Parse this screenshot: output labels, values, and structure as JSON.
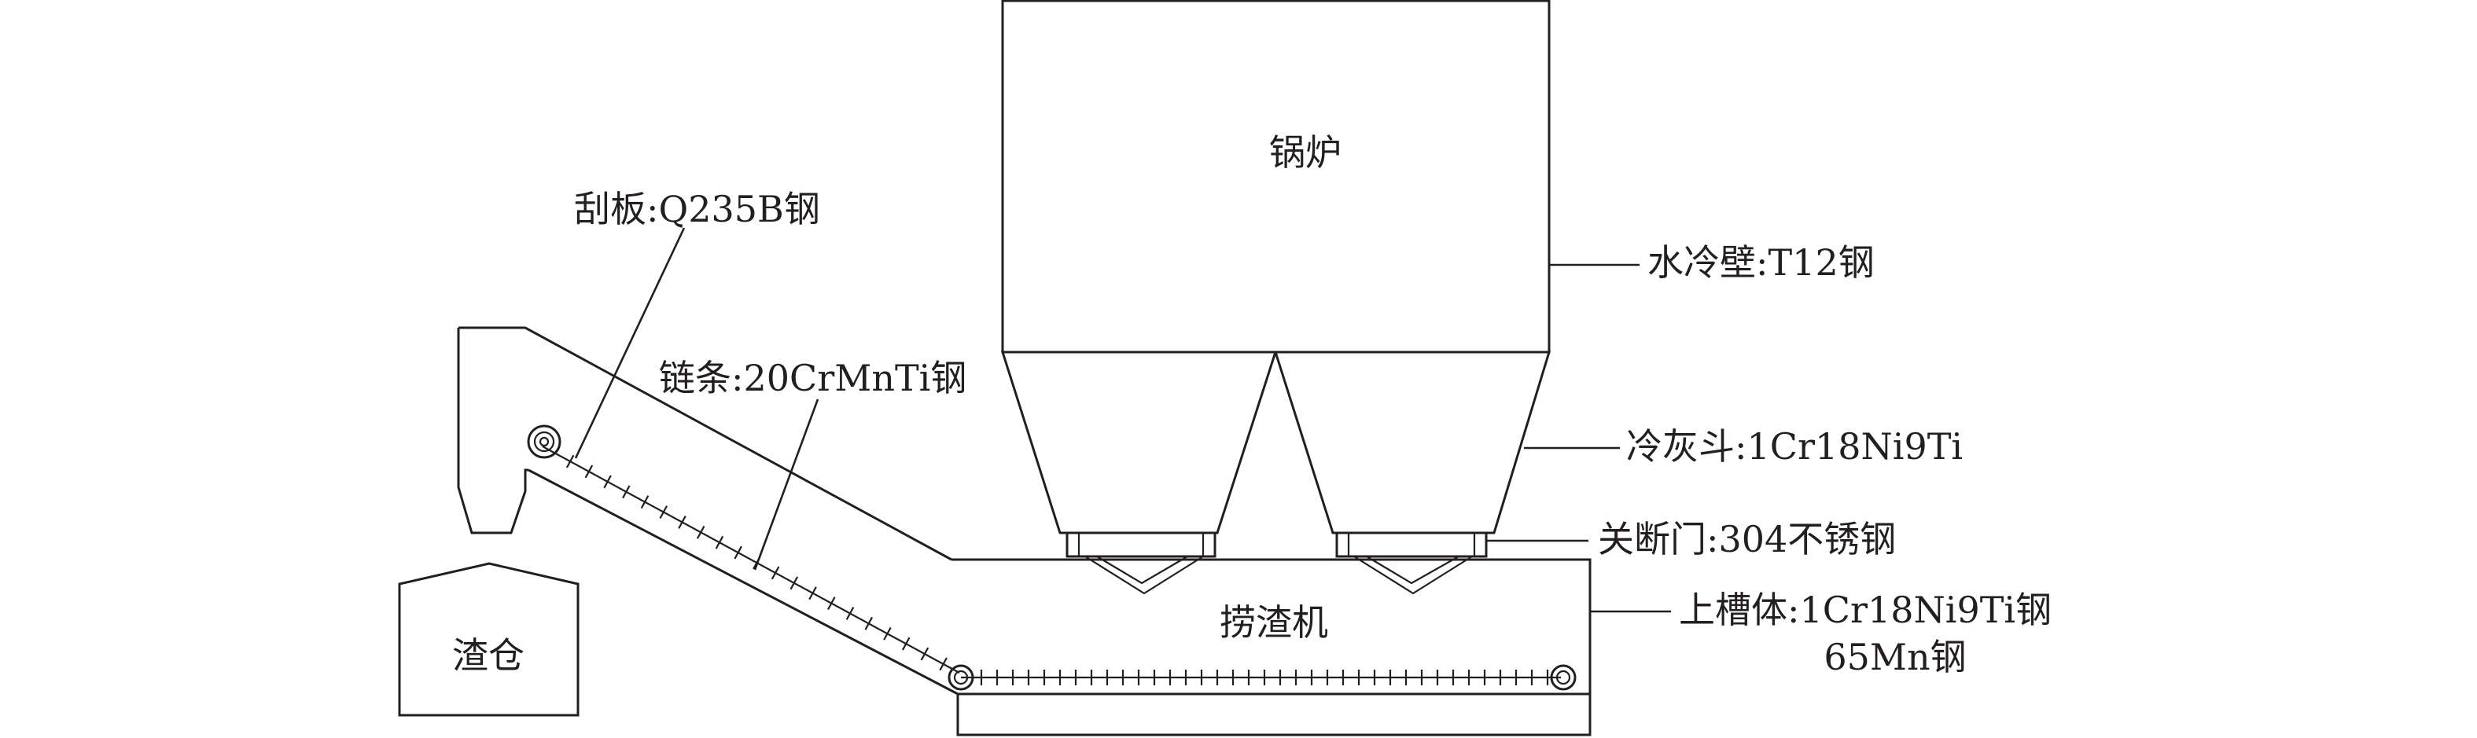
{
  "units": {
    "boiler": "锅炉",
    "slag_remover": "捞渣机",
    "slag_bin": "渣仓"
  },
  "callouts": {
    "water_wall": "水冷壁:T12钢",
    "ash_hopper": "冷灰斗:1Cr18Ni9Ti",
    "shutoff_gate": "关断门:304不锈钢",
    "upper_trough_line1": "上槽体:1Cr18Ni9Ti钢",
    "upper_trough_line2": "65Mn钢",
    "scraper": "刮板:Q235B钢",
    "chain": "链条:20CrMnTi钢"
  }
}
